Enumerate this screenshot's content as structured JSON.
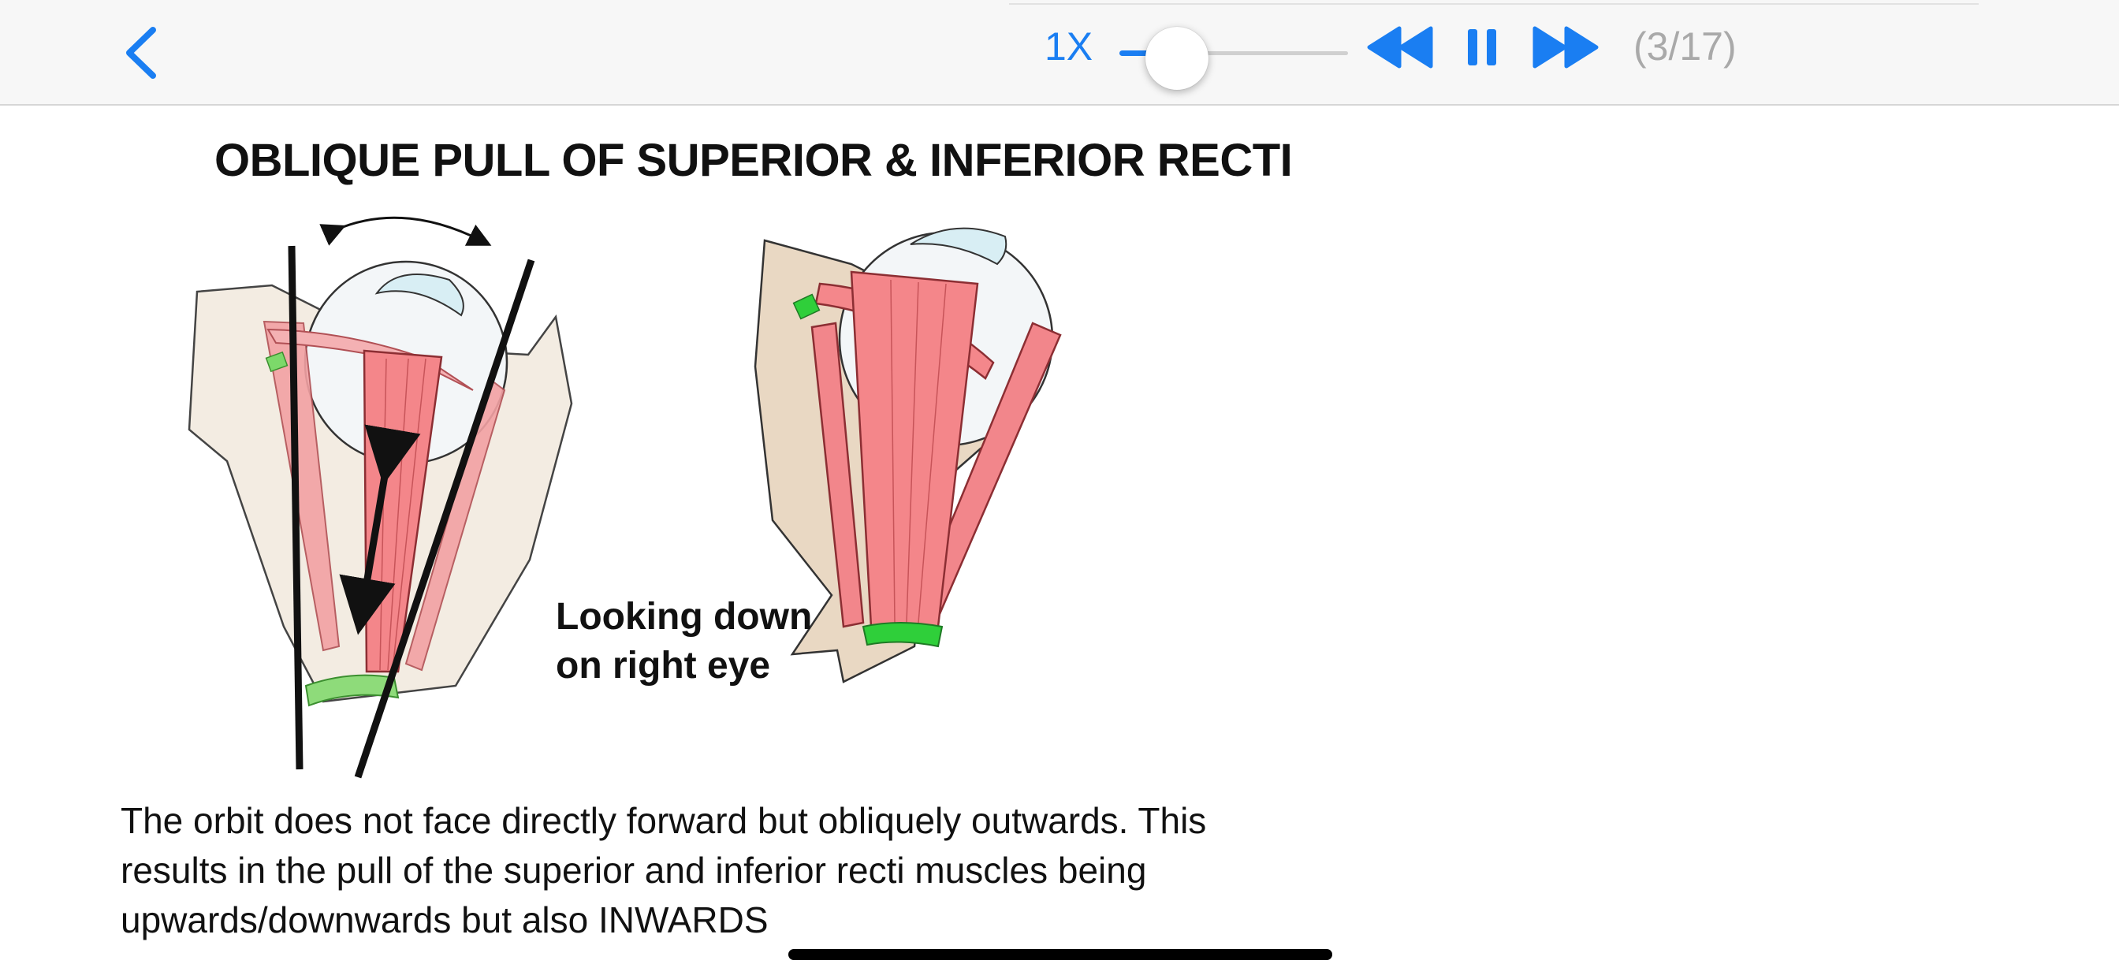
{
  "toolbar": {
    "speed_label": "1X",
    "progress": 0.25,
    "counter": "(3/17)",
    "accent_color": "#1a7ef2",
    "icons": {
      "back": "chevron-left-icon",
      "rewind": "rewind-icon",
      "pause": "pause-icon",
      "forward": "fast-forward-icon"
    }
  },
  "slide": {
    "title": "OBLIQUE PULL OF SUPERIOR & INFERIOR RECTI",
    "caption_line1": "Looking down",
    "caption_line2": "on right eye",
    "desc_line1": "The orbit does not face directly forward but obliquely outwards. This",
    "desc_line2": "results in the pull of the superior and inferior recti muscles being",
    "desc_line3": "upwards/downwards but also INWARDS"
  }
}
